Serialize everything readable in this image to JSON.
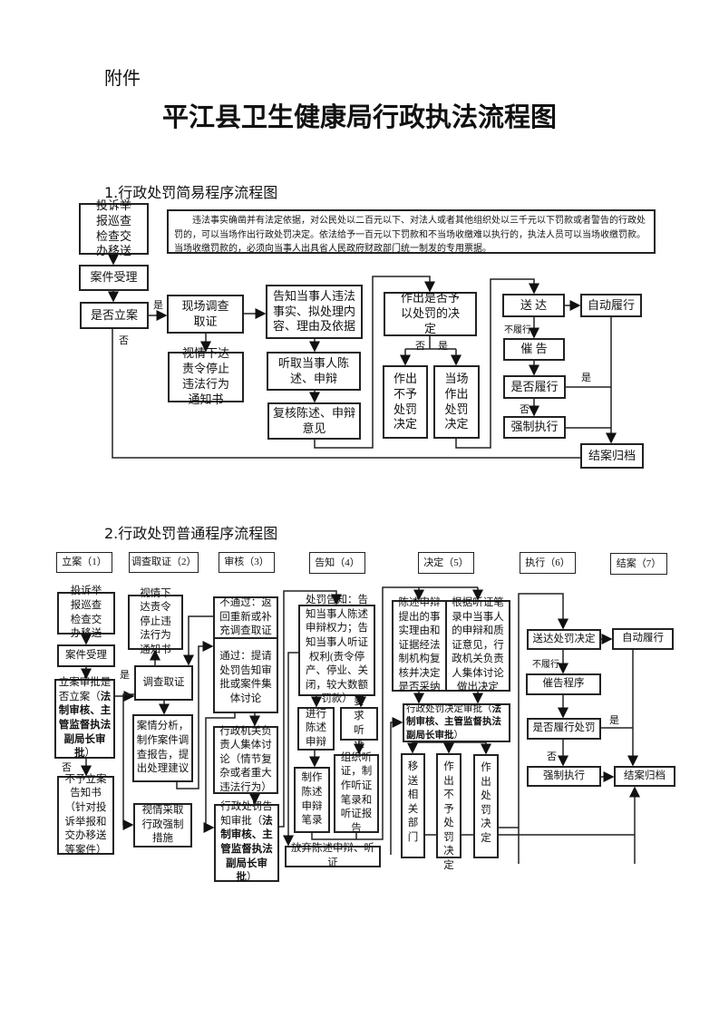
{
  "header": {
    "attachment": "附件",
    "title": "平江县卫生健康局行政执法流程图"
  },
  "section1": {
    "title": "1.行政处罚简易程序流程图",
    "note": "违法事实确凿并有法定依据，对公民处以二百元以下、对法人或者其他组织处以三千元以下罚款或者警告的行政处罚的，可以当场作出行政处罚决定。依法给予一百元以下罚款和不当场收缴难以执行的，执法人员可以当场收缴罚款。当场收缴罚款的，必须向当事人出具省人民政府财政部门统一制发的专用票据。",
    "nodes": {
      "complaint": "投诉举报巡查检查交办移送",
      "accept": "案件受理",
      "file_case": "是否立案",
      "investigate": "现场调查取证",
      "order_stop": "视情下达责令停止违法行为通知书",
      "inform": "告知当事人违法事实、拟处理内容、理由及依据",
      "hear": "听取当事人陈述、申辩",
      "review": "复核陈述、申辩意见",
      "decide": "作出是否予以处罚的决定",
      "no_penalty": "作出不予处罚决定",
      "onsite": "当场作出处罚决定",
      "deliver": "送 达",
      "auto": "自动履行",
      "urge": "催 告",
      "fulfilled": "是否履行",
      "enforce": "强制执行",
      "close": "结案归档"
    },
    "labels": {
      "yes1": "是",
      "no1": "否",
      "no2": "否",
      "yes2": "是",
      "not_fulfil": "不履行",
      "yes3": "是",
      "no3": "否"
    }
  },
  "section2": {
    "title": "2.行政处罚普通程序流程图",
    "stages": [
      "立案（1）",
      "调查取证（2）",
      "审核（3）",
      "告知（4）",
      "决定（5）",
      "执行（6）",
      "结案（7）"
    ],
    "nodes": {
      "complaint": "投诉举报巡查检查交办移送",
      "accept": "案件受理",
      "approve_a": "立案审批是否立案（",
      "approve_b": "法制审核、主管监督执法副局长审批",
      "approve_c": "）",
      "not_file": "不予立案告知书（针对投诉举报和交办移送等案件）",
      "order_stop": "视情下达责令停止违法行为通知书",
      "investigate": "调查取证",
      "analysis": "案情分析，制作案件调查报告，提出处理建议",
      "coercive": "视情采取行政强制措施",
      "reject": "不通过：返回重新或补充调查取证",
      "pass": "通过：提请处罚告知审批或案件集体讨论",
      "collective": "行政机关负责人集体讨论（情节复杂或者重大违法行为）",
      "notice_approve_a": "行政处罚告知审批（",
      "notice_approve_b": "法制审核、主管监督执法副局长审批",
      "notice_approve_c": "）",
      "notice": "处罚告知：告知当事人陈述申辩权力；告知当事人听证权利(责令停产、停业、关闭，较大数额罚款）",
      "statement": "进行陈述申辩",
      "request_hearing": "要求听证",
      "record": "制作陈述申辩笔录",
      "hearing": "组织听证，制作听证笔录和听证报告",
      "waive": "放弃陈述申辩、听证",
      "review_statement": "陈述申辩提出的事实理由和证据经法制机构复核并决定是否采纳",
      "per_hearing": "根据听证笔录中当事人的申辩和质证意见，行政机关负责人集体讨论做出决定",
      "decision_approve_a": "行政处罚决定审批（",
      "decision_approve_b": "法制审核、主管监督执法副局长审批",
      "decision_approve_c": "）",
      "transfer": "移送相关部门",
      "no_penalty": "作出不予处罚决定",
      "penalty": "作出处罚决定",
      "deliver": "送达处罚决定",
      "auto": "自动履行",
      "urge": "催告程序",
      "fulfilled": "是否履行处罚",
      "enforce": "强制执行",
      "close": "结案归档"
    },
    "labels": {
      "yes1": "是",
      "no1": "否",
      "not_fulfil": "不履行",
      "yes2": "是",
      "no2": "否"
    }
  }
}
